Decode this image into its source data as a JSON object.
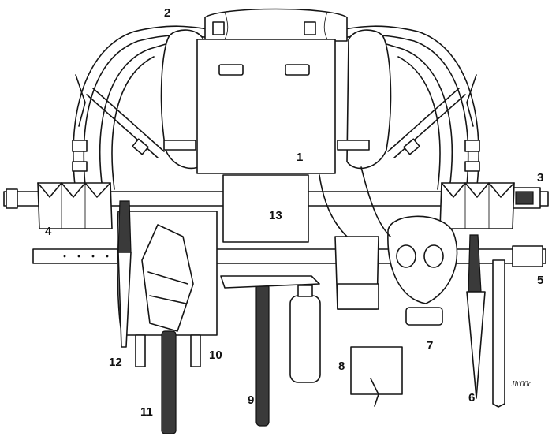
{
  "labels": {
    "l1": "1",
    "l2": "2",
    "l3": "3",
    "l4": "4",
    "l5": "5",
    "l6": "6",
    "l7": "7",
    "l8": "8",
    "l9": "9",
    "l10": "10",
    "l11": "11",
    "l12": "12",
    "l13": "13"
  },
  "signature": "Jh'00c"
}
